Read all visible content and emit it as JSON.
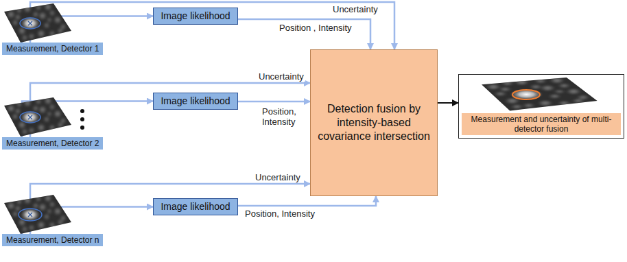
{
  "diagram": {
    "nodes": [
      {
        "text": [
          "Measurement, Detector 1"
        ]
      },
      {
        "text": [
          "Image likelihood"
        ]
      },
      {
        "text": [
          "Detection fusion by intensity-based covariance intersection"
        ]
      },
      {
        "text": [
          "Measurement and uncertainty of multi-detector fusion"
        ]
      },
      {
        "text": [
          "Measurement, Detector 2"
        ]
      },
      {
        "text": [
          "Image likelihood"
        ]
      },
      {
        "text": [
          "Measurement, Detector n"
        ]
      },
      {
        "text": [
          "Image likelihood"
        ]
      }
    ],
    "edges": [
      {
        "from": 0,
        "to": 1,
        "arrow": "to"
      },
      {
        "from": 0,
        "to": 2,
        "label": "Uncertainty",
        "arrow": "to"
      },
      {
        "from": 1,
        "to": 2,
        "label": "Position , Intensity",
        "arrow": "to"
      },
      {
        "from": 4,
        "to": 5,
        "arrow": "to"
      },
      {
        "from": 4,
        "to": 2,
        "label": "Uncertainty",
        "arrow": "to"
      },
      {
        "from": 5,
        "to": 2,
        "label": "Position, Intensity",
        "arrow": "to"
      },
      {
        "from": 6,
        "to": 7,
        "arrow": "to"
      },
      {
        "from": 6,
        "to": 2,
        "label": "Uncertainty",
        "arrow": "to"
      },
      {
        "from": 7,
        "to": 2,
        "label": "Position, Intensity",
        "arrow": "to"
      },
      {
        "from": 2,
        "to": 3,
        "arrow": "to"
      }
    ]
  }
}
